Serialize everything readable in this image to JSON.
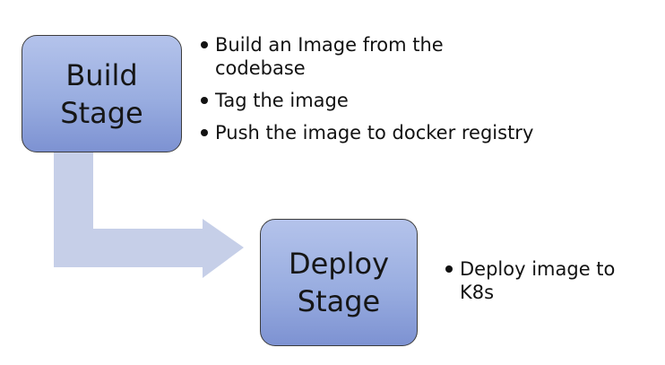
{
  "stages": [
    {
      "id": "build",
      "title": "Build\nStage"
    },
    {
      "id": "deploy",
      "title": "Deploy\nStage"
    }
  ],
  "build_notes": [
    "Build an Image from the codebase",
    "Tag the image",
    "Push the image to docker registry"
  ],
  "deploy_notes": [
    "Deploy image to K8s"
  ],
  "colors": {
    "box_fill_top": "#b4c3eb",
    "box_fill_bottom": "#7d92d2",
    "box_border": "#3d3d3d",
    "connector_arrow": "#c6cfe8",
    "text": "#121212"
  }
}
